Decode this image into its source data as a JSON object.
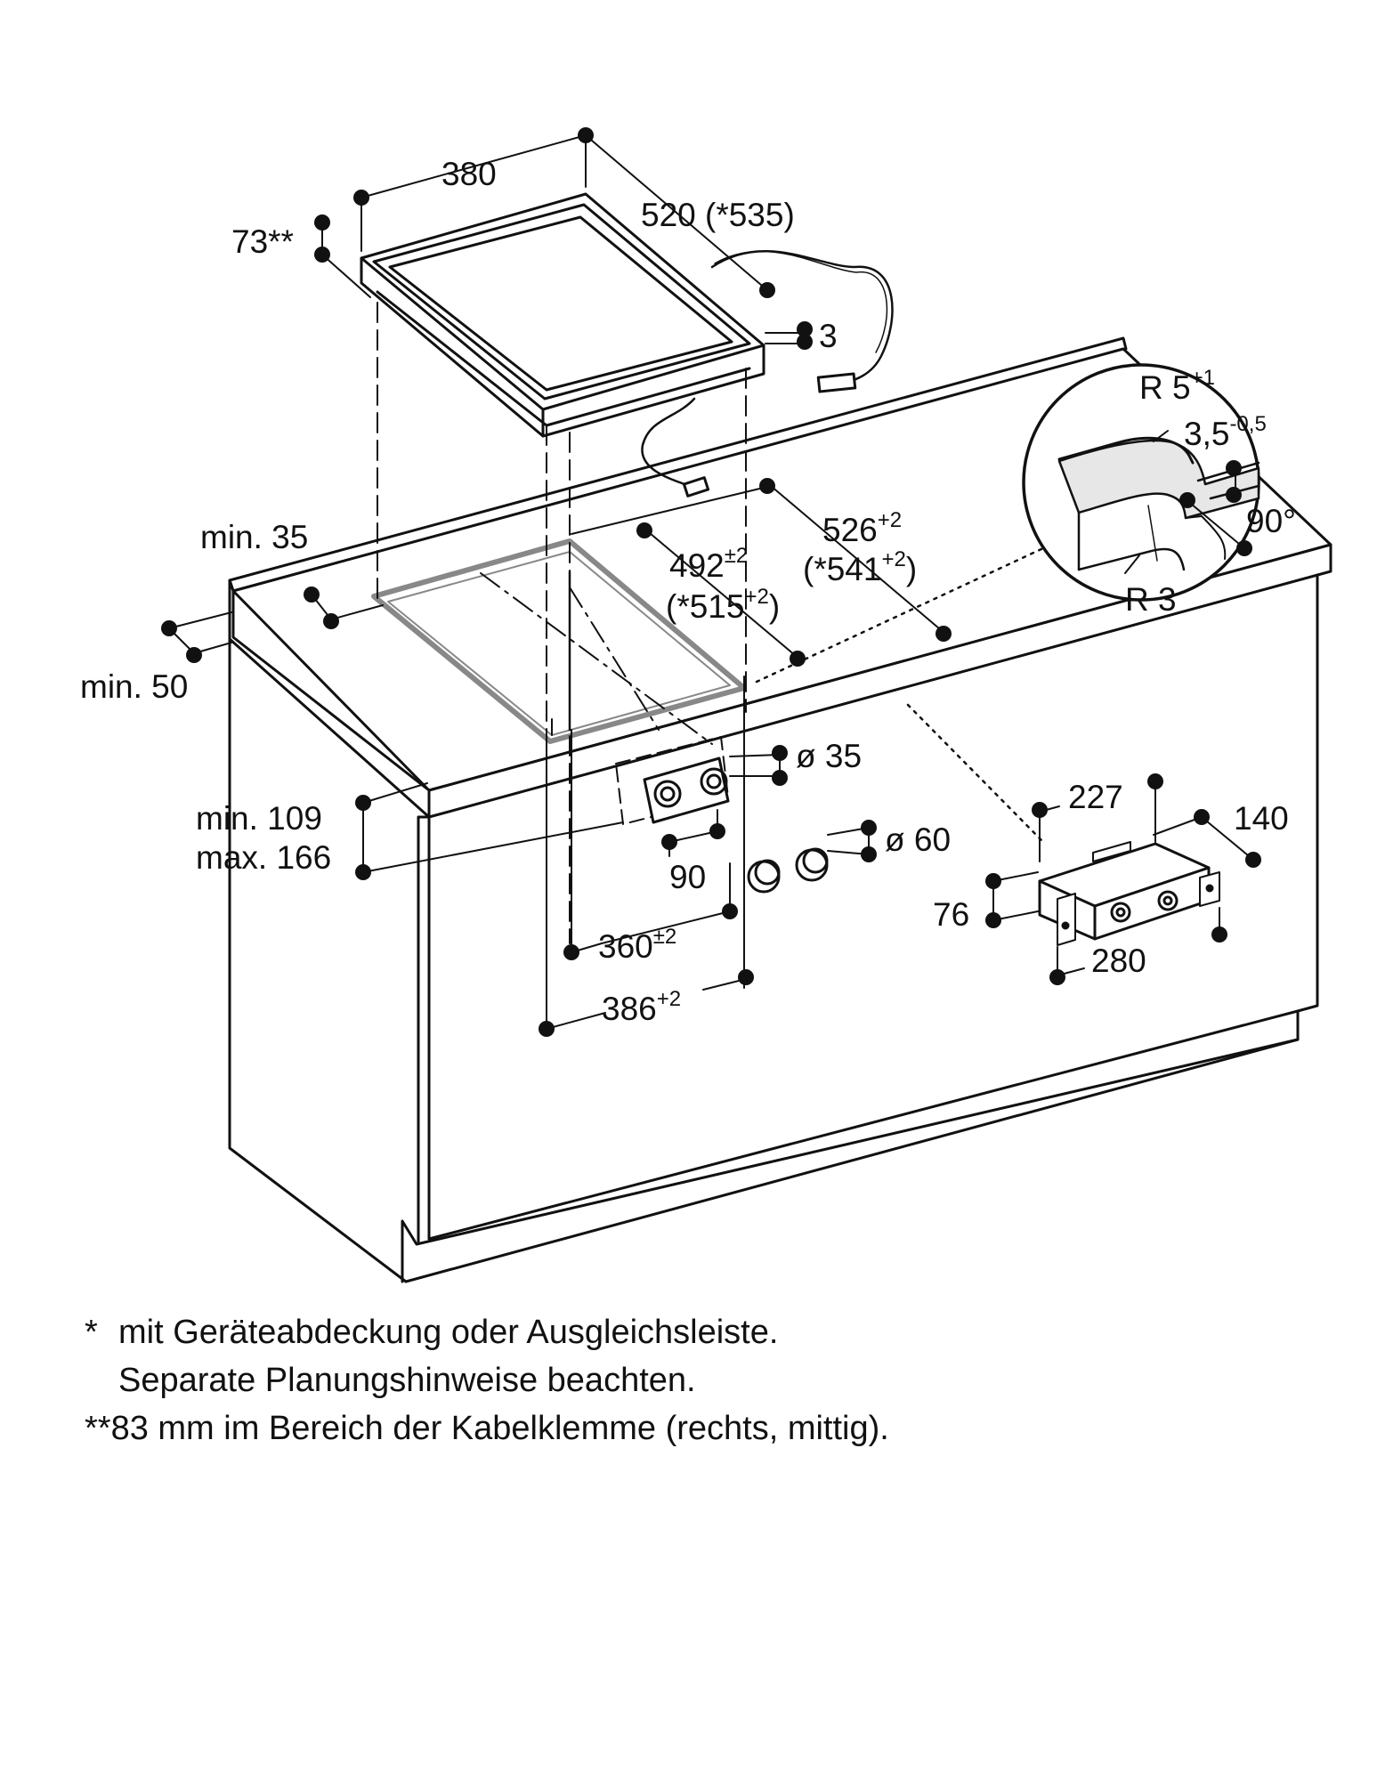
{
  "dimensions": {
    "d380": "380",
    "d520": "520 (*535)",
    "d73": "73**",
    "d3": "3",
    "d526": "526",
    "d526_tol": "+2",
    "d541_open": "(*541",
    "d541_tol": "+2",
    "d541_close": ")",
    "d492": "492",
    "d492_tol": "±2",
    "d515_open": "(*515",
    "d515_tol": "+2",
    "d515_close": ")",
    "min35": "min. 35",
    "min50": "min. 50",
    "min109": "min. 109",
    "max166": "max. 166",
    "dia35": "ø 35",
    "d90": "90",
    "dia60": "ø 60",
    "d360": "360",
    "d360_tol": "±2",
    "d386": "386",
    "d386_tol": "+2",
    "d227": "227",
    "d140": "140",
    "d76": "76",
    "d280": "280",
    "r5": "R 5",
    "r5_tol": "+1",
    "d35": "3,5",
    "d35_tol": "-0,5",
    "d90deg": "90°",
    "r3": "R 3"
  },
  "notes": {
    "mark1": "*",
    "line1": "mit Geräteabdeckung oder Ausgleichsleiste.",
    "line2": "Separate Planungshinweise beachten.",
    "line3": "**83 mm im Bereich der Kabelklemme (rechts, mittig)."
  }
}
